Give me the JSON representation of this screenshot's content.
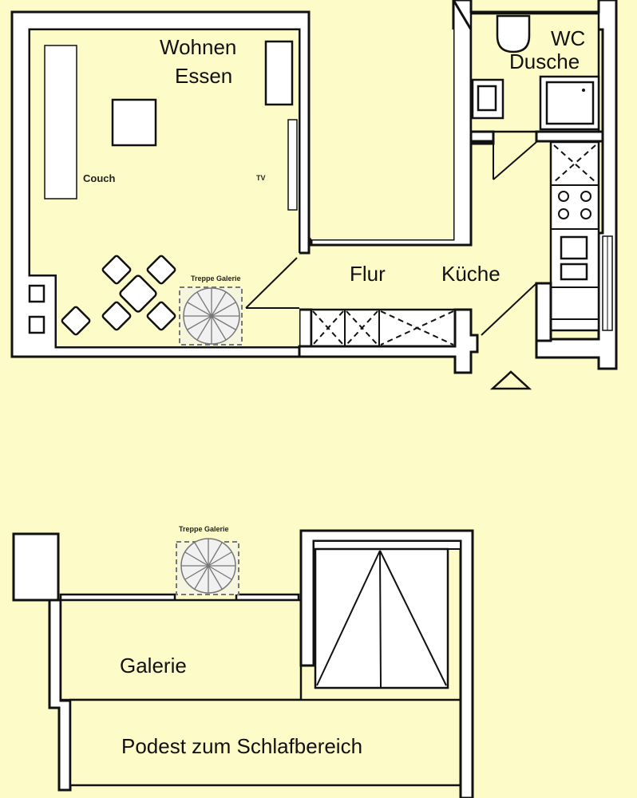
{
  "plan": {
    "type": "floor plan",
    "background_color": "#fdfcc8",
    "wall_color": "#ffffff",
    "line_color": "#111111"
  },
  "ground_floor": {
    "rooms": {
      "wohnen_line1": "Wohnen",
      "wohnen_line2": "Essen",
      "wc_line1": "WC",
      "wc_line2": "Dusche",
      "flur": "Flur",
      "kueche": "Küche"
    },
    "furniture": {
      "couch": "Couch",
      "tv": "TV"
    },
    "stair_label": "Treppe Galerie"
  },
  "upper_floor": {
    "rooms": {
      "galerie": "Galerie",
      "podest": "Podest zum Schlafbereich"
    },
    "stair_label": "Treppe Galerie"
  }
}
